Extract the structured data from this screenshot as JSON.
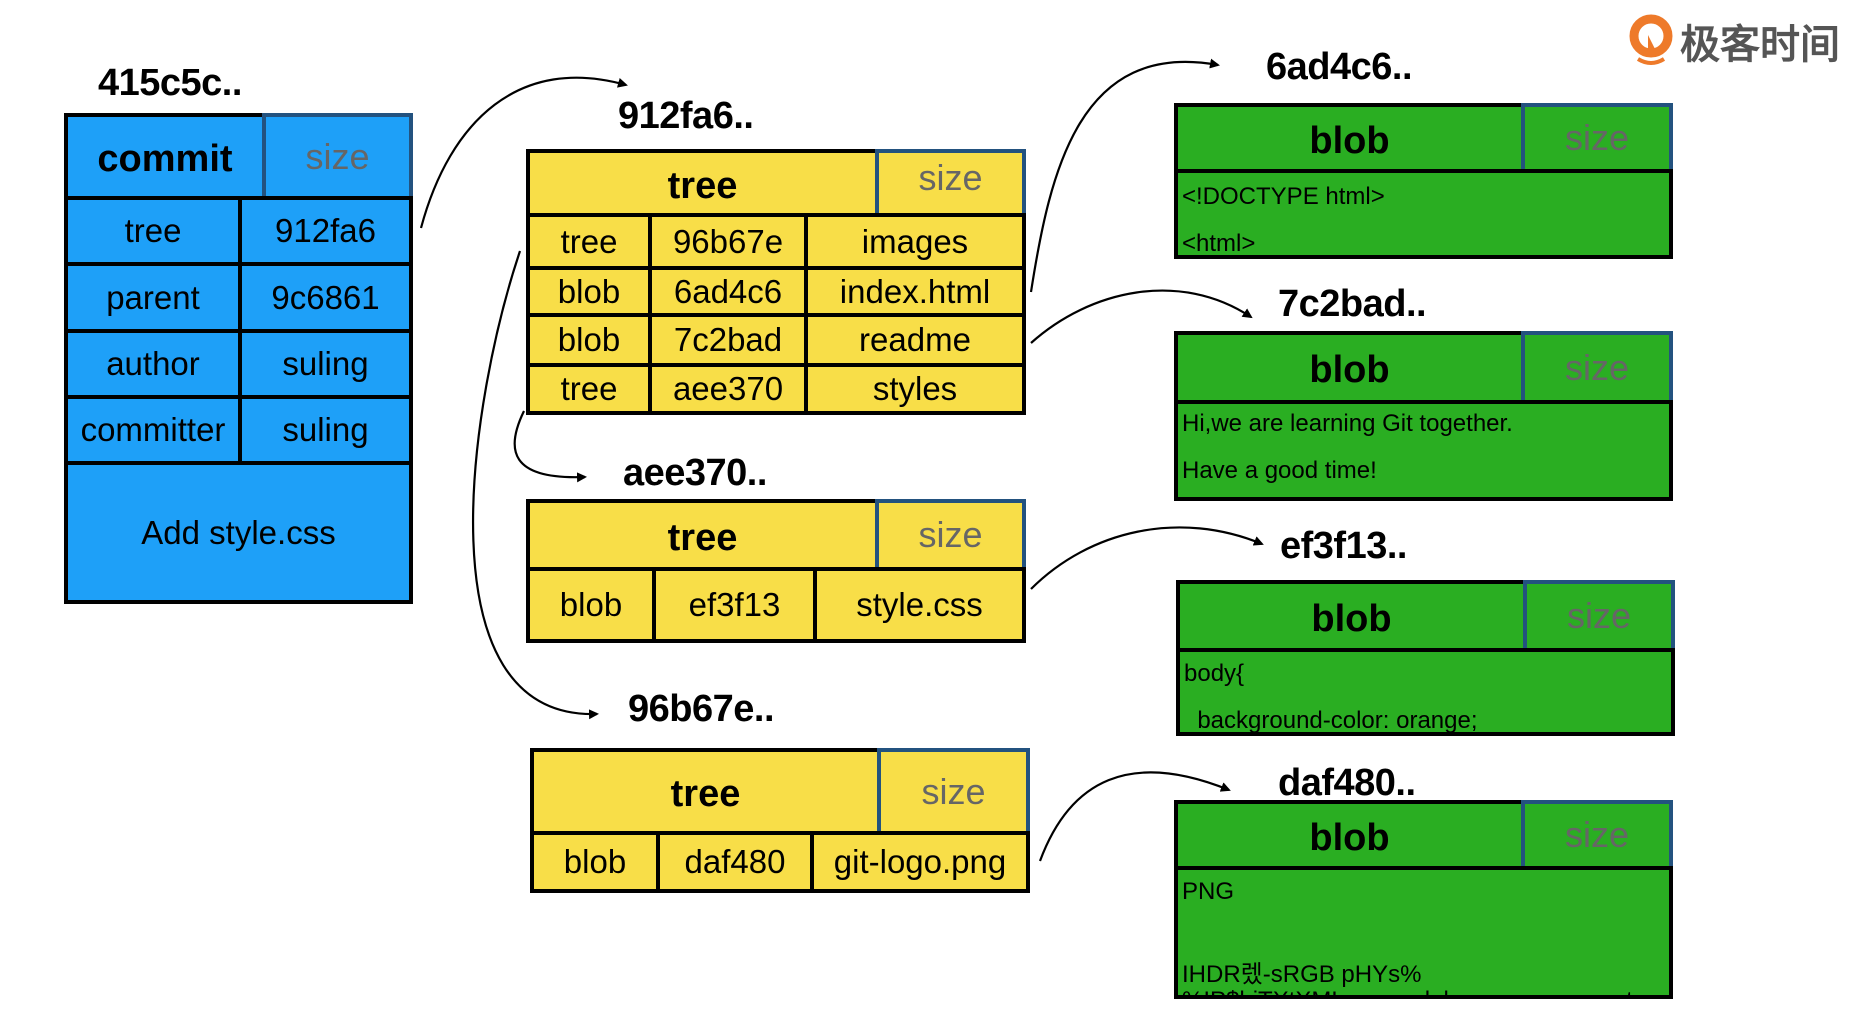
{
  "logo": {
    "text": "极客时间",
    "color": "#ee7a2a"
  },
  "colors": {
    "commit": "#1ea0f8",
    "tree": "#f8de48",
    "blob": "#2aae22",
    "size_text": "#666666"
  },
  "commit": {
    "hash": "415c5c..",
    "type": "commit",
    "size": "size",
    "rows": [
      {
        "key": "tree",
        "value": "912fa6"
      },
      {
        "key": "parent",
        "value": "9c6861"
      },
      {
        "key": "author",
        "value": "suling"
      },
      {
        "key": "committer",
        "value": "suling"
      }
    ],
    "message": "Add style.css"
  },
  "trees": [
    {
      "hash": "912fa6..",
      "type": "tree",
      "size": "size",
      "rows": [
        [
          "tree",
          "96b67e",
          "images"
        ],
        [
          "blob",
          "6ad4c6",
          "index.html"
        ],
        [
          "blob",
          "7c2bad",
          "readme"
        ],
        [
          "tree",
          "aee370",
          "styles"
        ]
      ]
    },
    {
      "hash": "aee370..",
      "type": "tree",
      "size": "size",
      "rows": [
        [
          "blob",
          "ef3f13",
          "style.css"
        ]
      ]
    },
    {
      "hash": "96b67e..",
      "type": "tree",
      "size": "size",
      "rows": [
        [
          "blob",
          "daf480",
          "git-logo.png"
        ]
      ]
    }
  ],
  "blobs": [
    {
      "hash": "6ad4c6..",
      "type": "blob",
      "size": "size",
      "lines": [
        "<!DOCTYPE html>",
        "<html>"
      ]
    },
    {
      "hash": "7c2bad..",
      "type": "blob",
      "size": "size",
      "lines": [
        "Hi,we are learning Git together.",
        "Have a good time!"
      ]
    },
    {
      "hash": "ef3f13..",
      "type": "blob",
      "size": "size",
      "lines": [
        "body{",
        "  background-color: orange;"
      ]
    },
    {
      "hash": "daf480..",
      "type": "blob",
      "size": "size",
      "lines": [
        "PNG",
        "IHDR렜-sRGB pHYs%",
        "%IP$hiTXtXML:com.adobe.xmp  x:xmpmeta"
      ]
    }
  ]
}
